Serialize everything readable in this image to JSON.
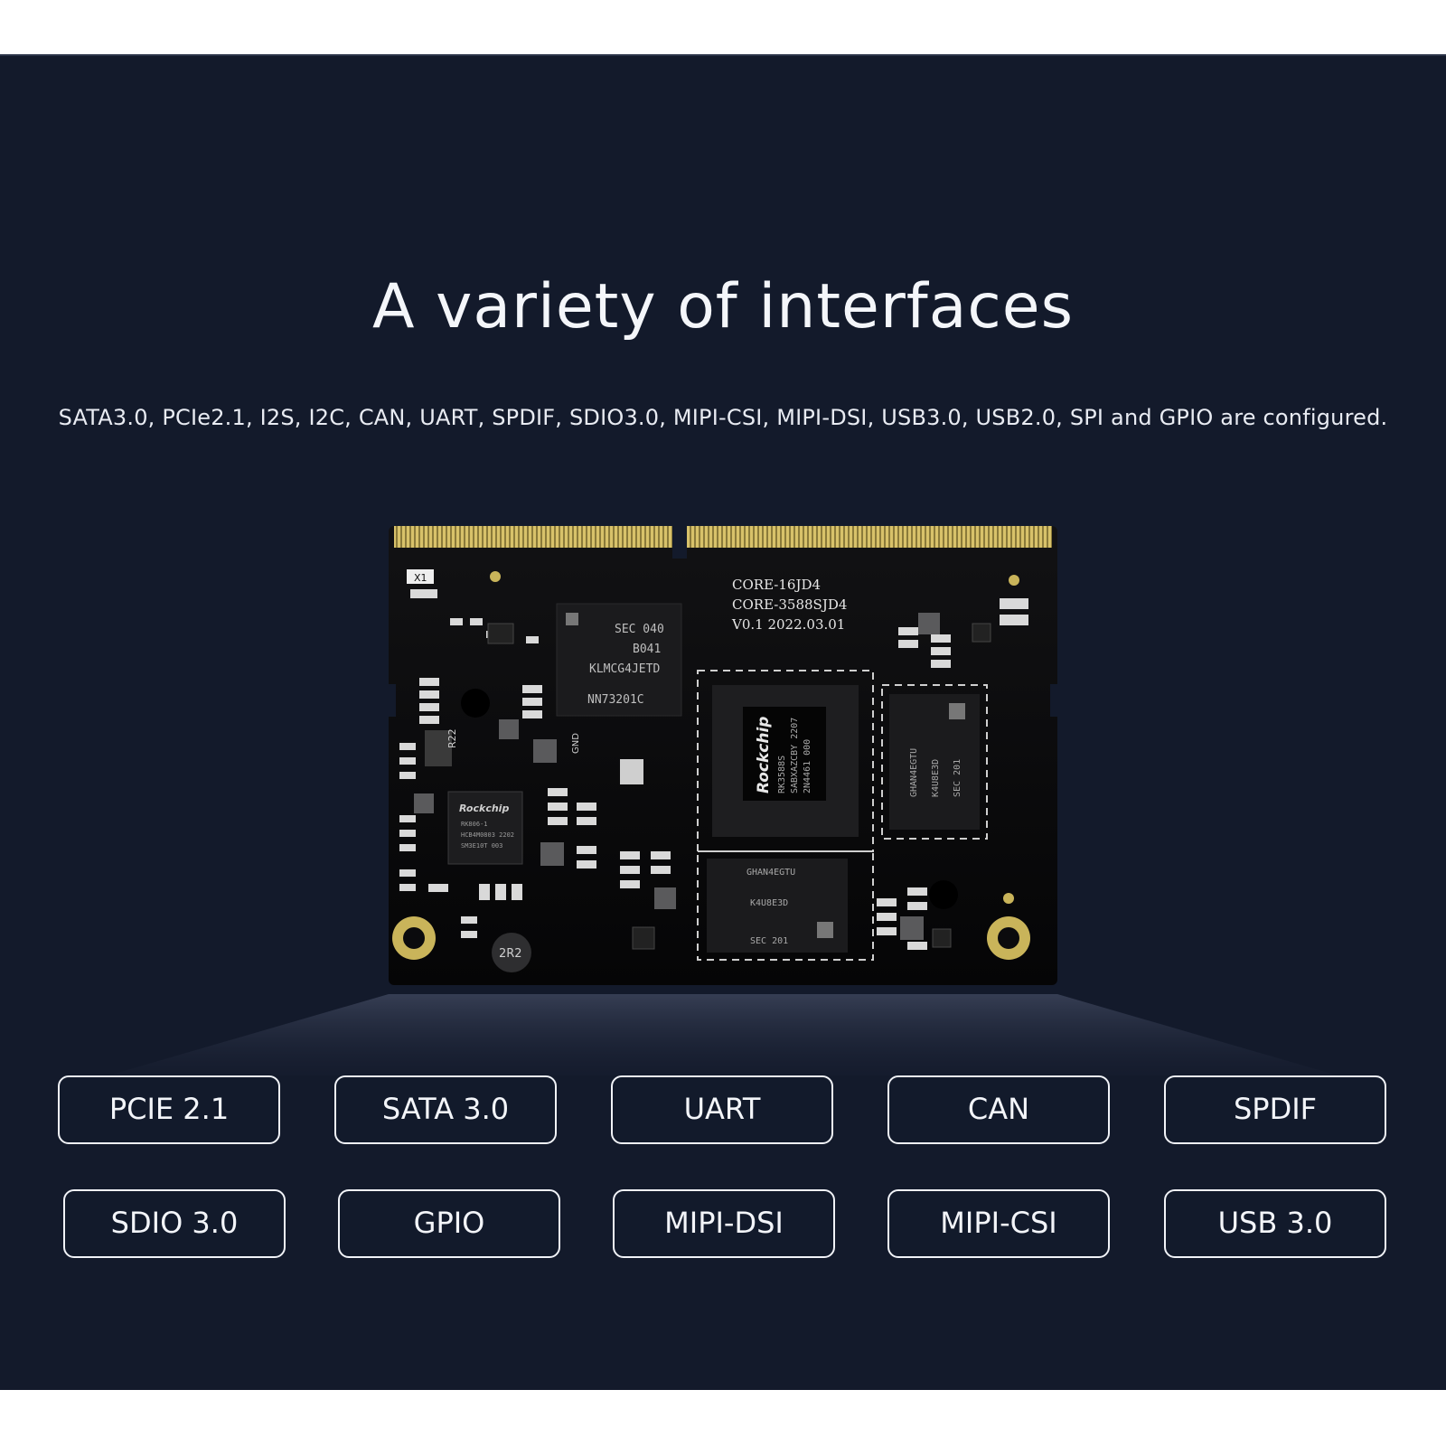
{
  "header": {
    "title": "A variety of interfaces",
    "subtitle": "SATA3.0, PCIe2.1, I2S, I2C, CAN, UART, SPDIF, SDIO3.0, MIPI-CSI, MIPI-DSI, USB3.0, USB2.0, SPI and GPIO are configured."
  },
  "board": {
    "silkscreen_line1": "CORE-16JD4",
    "silkscreen_line2": "CORE-3588SJD4",
    "silkscreen_line3": "V0.1 2022.03.01",
    "emmc_line1": "SEC 040",
    "emmc_line2": "B041",
    "emmc_line3": "KLMCG4JETD",
    "emmc_line4": "NN73201C",
    "soc_brand": "Rockchip",
    "soc_line1": "RK3588S",
    "soc_line2": "SABXAZCBY 2207",
    "soc_line3": "2N4461 000",
    "pmic_brand": "Rockchip",
    "pmic_line1": "RK806-1",
    "pmic_line2": "HCB4M0803 2202",
    "pmic_line3": "SM3E10T 003",
    "ram_text": "SEC 201",
    "ram_text2": "K4U8E3D",
    "ram_text3": "GHAN4EGTU",
    "x1_label": "X1",
    "r22_label": "R22",
    "r2r2_label": "2R2",
    "gnd_label": "GND"
  },
  "interfaces_row1": [
    "PCIE 2.1",
    "SATA 3.0",
    "UART",
    "CAN",
    "SPDIF"
  ],
  "interfaces_row2": [
    "SDIO 3.0",
    "GPIO",
    "MIPI-DSI",
    "MIPI-CSI",
    "USB 3.0"
  ],
  "colors": {
    "background": "#131a2b",
    "pcb": "#0b0b0d",
    "gold": "#c9b45a",
    "text": "#f4f6fa"
  }
}
